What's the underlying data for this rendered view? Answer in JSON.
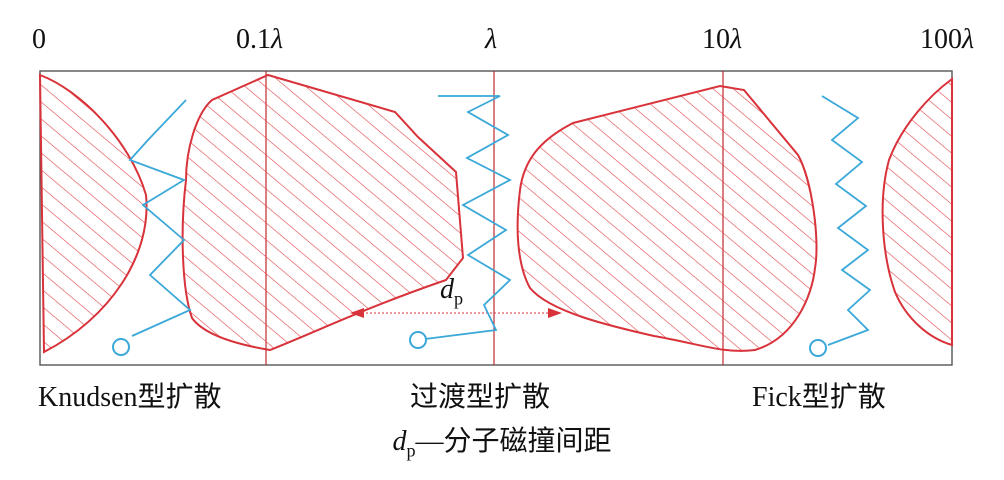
{
  "scale_labels": {
    "zero": "0",
    "tenth": "0.1",
    "one": "",
    "ten": "10",
    "hundred": "100",
    "lambda": "λ"
  },
  "regimes": {
    "knudsen": "Knudsen型扩散",
    "transition": "过渡型扩散",
    "fick": "Fick型扩散"
  },
  "dp_symbol": {
    "d": "d",
    "p": "p"
  },
  "definition": {
    "symbol_d": "d",
    "symbol_p": "p",
    "text": "—分子磁撞间距"
  },
  "colors": {
    "pore_outline": "#d8323a",
    "hatch": "#e0444a",
    "molecule_path": "#3aa8d8",
    "divider": "#c0282e",
    "frame": "#555555"
  }
}
